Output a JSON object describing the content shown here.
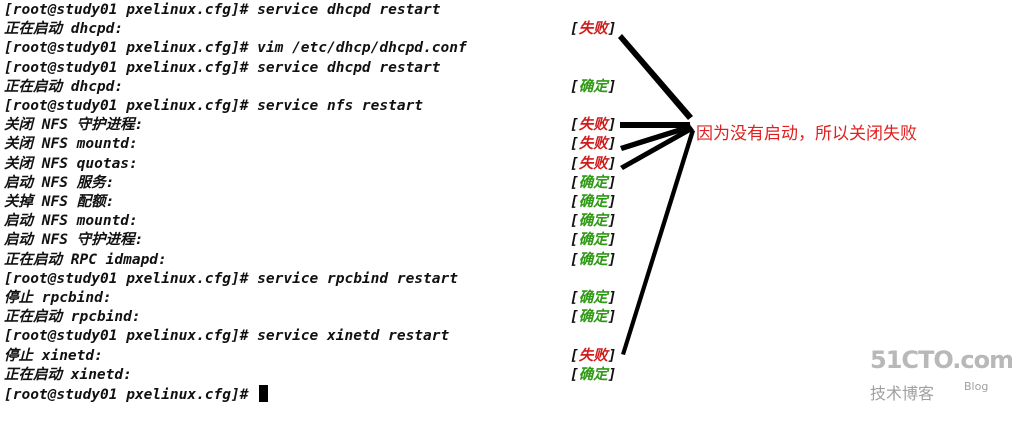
{
  "terminal": {
    "lines": [
      {
        "text": "[root@study01 pxelinux.cfg]# service dhcpd restart",
        "status": ""
      },
      {
        "text": "正在启动 dhcpd:",
        "status": "失败"
      },
      {
        "text": "[root@study01 pxelinux.cfg]# vim /etc/dhcp/dhcpd.conf",
        "status": ""
      },
      {
        "text": "[root@study01 pxelinux.cfg]# service dhcpd restart",
        "status": ""
      },
      {
        "text": "正在启动 dhcpd:",
        "status": "确定"
      },
      {
        "text": "[root@study01 pxelinux.cfg]# service nfs restart",
        "status": ""
      },
      {
        "text": "关闭 NFS 守护进程:",
        "status": "失败"
      },
      {
        "text": "关闭 NFS mountd:",
        "status": "失败"
      },
      {
        "text": "关闭 NFS quotas:",
        "status": "失败"
      },
      {
        "text": "启动 NFS 服务:",
        "status": "确定"
      },
      {
        "text": "关掉 NFS 配额:",
        "status": "确定"
      },
      {
        "text": "启动 NFS mountd:",
        "status": "确定"
      },
      {
        "text": "启动 NFS 守护进程:",
        "status": "确定"
      },
      {
        "text": "正在启动 RPC idmapd:",
        "status": "确定"
      },
      {
        "text": "[root@study01 pxelinux.cfg]# service rpcbind restart",
        "status": ""
      },
      {
        "text": "停止 rpcbind:",
        "status": "确定"
      },
      {
        "text": "正在启动 rpcbind:",
        "status": "确定"
      },
      {
        "text": "[root@study01 pxelinux.cfg]# service xinetd restart",
        "status": ""
      },
      {
        "text": "停止 xinetd:",
        "status": "失败"
      },
      {
        "text": "正在启动 xinetd:",
        "status": "确定"
      },
      {
        "text": "[root@study01 pxelinux.cfg]# ",
        "status": "",
        "cursor": true
      }
    ],
    "status_colors": {
      "失败": "#d01c1c",
      "确定": "#2e9a14"
    }
  },
  "annotation": {
    "text": "因为没有启动，所以关闭失败",
    "color": "#e02020"
  },
  "watermark": {
    "logo": "51CTO.com",
    "subtitle": "技术博客",
    "blog": "Blog"
  }
}
